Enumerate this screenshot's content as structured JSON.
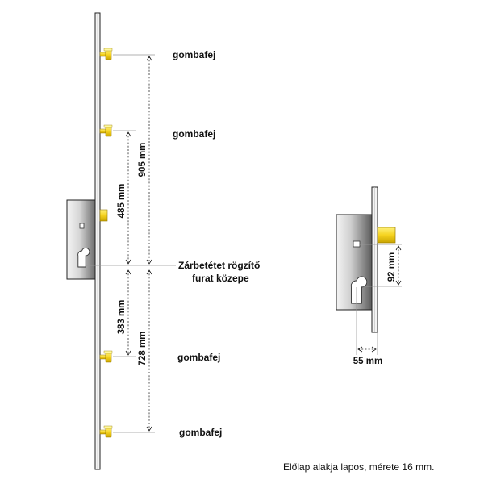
{
  "labels": {
    "mushroom_head_1": "gombafej",
    "mushroom_head_2": "gombafej",
    "mushroom_head_3": "gombafej",
    "mushroom_head_4": "gombafej",
    "strike_plate_center_line1": "Zárbetétet rögzítő",
    "strike_plate_center_line2": "furat közepe"
  },
  "dimensions": {
    "total_upper": "905 mm",
    "upper_inner": "485 mm",
    "lower_inner": "383 mm",
    "total_lower": "728 mm",
    "detail_vertical": "92 mm",
    "detail_horizontal": "55 mm"
  },
  "footnote": "Előlap alakja lapos, mérete 16 mm.",
  "colors": {
    "brass": "#f5d21e",
    "brass_edge": "#9a7d00",
    "lock_body_light": "#f2f2f2",
    "lock_body_dark": "#5a5a5a",
    "strip": "#f4f4f4",
    "outline": "#222222"
  }
}
